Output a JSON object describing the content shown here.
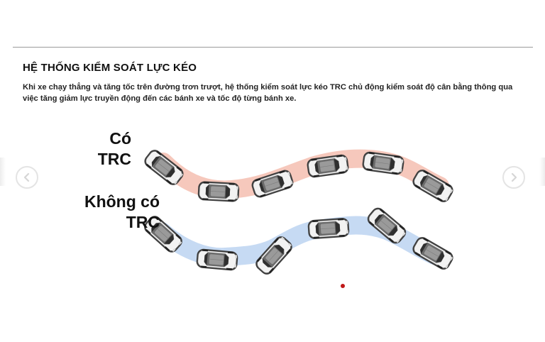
{
  "section": {
    "title": "HỆ THỐNG KIỂM SOÁT LỰC KÉO",
    "description": "Khi xe chạy thẳng và tăng tốc trên đường trơn trượt, hệ thống kiểm soát lực kéo TRC chủ động kiểm soát độ cân bằng thông qua việc tăng giảm lực truyền động đến các bánh xe và tốc độ từng bánh xe."
  },
  "diagram": {
    "with_trc": {
      "line1": "Có",
      "line2": "TRC",
      "path_color": "#f6c8bc"
    },
    "without_trc": {
      "line1": "Không có",
      "line2": "TRC",
      "path_color": "#c6daf3"
    }
  },
  "carousel": {
    "prev_icon": "chevron-left-icon",
    "next_icon": "chevron-right-icon",
    "active_dot_color": "#c01818"
  }
}
